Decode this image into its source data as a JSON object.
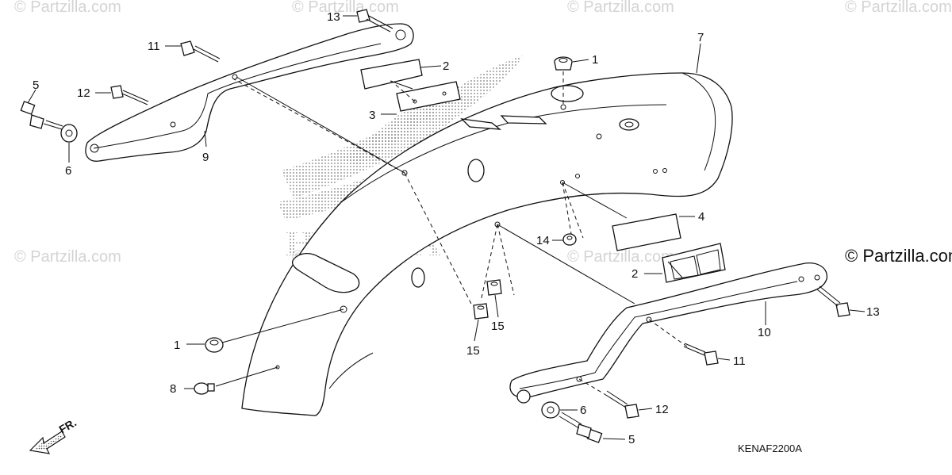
{
  "watermark": "© Partzilla.com",
  "copyright": "© Partzilla.com",
  "diagram_code": "KENAF2200A",
  "direction_label": "FR.",
  "logo_text": "HONDA",
  "callouts": [
    "1",
    "1",
    "2",
    "2",
    "3",
    "4",
    "5",
    "5",
    "6",
    "6",
    "7",
    "8",
    "9",
    "10",
    "11",
    "11",
    "12",
    "12",
    "13",
    "13",
    "14",
    "15",
    "15"
  ]
}
